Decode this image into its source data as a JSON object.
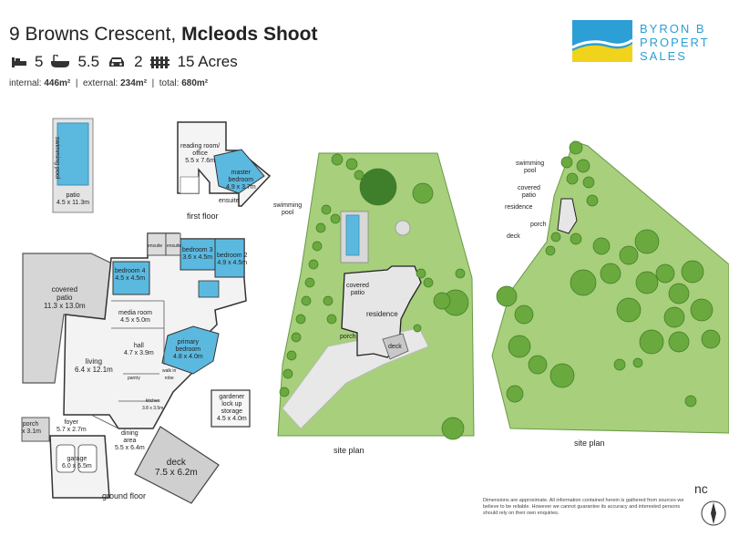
{
  "header": {
    "address": "9 Browns Crescent,",
    "suburb": "Mcleods Shoot",
    "bedrooms": "5",
    "bathrooms": "5.5",
    "parking": "2",
    "land": "15 Acres",
    "area_internal_label": "internal:",
    "area_internal": "446m²",
    "area_external_label": "external:",
    "area_external": "234m²",
    "area_total_label": "total:",
    "area_total": "680m²"
  },
  "logo": {
    "line1": "BYRON B",
    "line2": "PROPERT",
    "line3": "SALES",
    "colors": {
      "blue": "#2b9fd6",
      "yellow": "#f2d31b"
    }
  },
  "floor_plan": {
    "first_floor": {
      "caption": "first floor",
      "rooms": {
        "reading_room": "reading room/\noffice\n5.5 x 7.6m",
        "master_bedroom": "master\nbedroom\n4.9 x 3.7m",
        "ensuite": "ensuite"
      }
    },
    "pool": {
      "label": "swimming pool",
      "patio": "patio\n4.5 x 11.3m"
    },
    "ground_floor": {
      "caption": "ground floor",
      "rooms": {
        "covered_patio": "covered\npatio\n11.3 x 13.0m",
        "bedroom4": "bedroom 4\n4.5 x 4.5m",
        "bedroom3": "bedroom 3\n3.6 x 4.5m",
        "bedroom2": "bedroom 2\n4.9 x 4.5m",
        "ensuite_a": "ensuite",
        "ensuite_b": "ensuite",
        "media_room": "media room\n4.5 x 5.0m",
        "hall": "hall\n4.7 x 3.9m",
        "primary_bedroom": "primary\nbedroom\n4.8 x 4.0m",
        "walk_in_robe": "walk in\nrobe",
        "living": "living\n6.4 x 12.1m",
        "pantry": "pantry",
        "kitchen": "kitchen\n3.8 x 3.5m",
        "gardener": "gardener\nlock up\nstorage\n4.5 x 4.0m",
        "porch": "porch\n x 3.1m",
        "foyer": "foyer\n5.7 x 2.7m",
        "garage": "garage\n6.0 x 6.5m",
        "dining": "dining\narea\n5.5 x 6.4m",
        "deck": "deck\n7.5 x 6.2m"
      }
    }
  },
  "site_plan_1": {
    "caption": "site plan",
    "labels": {
      "swimming_pool": "swimming\npool",
      "covered_patio": "covered\npatio",
      "residence": "residence",
      "porch": "porch",
      "deck": "deck"
    }
  },
  "site_plan_2": {
    "caption": "site plan",
    "labels": {
      "swimming_pool": "swimming\npool",
      "covered_patio": "covered\npatio",
      "residence": "residence",
      "porch": "porch",
      "deck": "deck"
    }
  },
  "disclaimer": "Dimensions are approximate. All information contained herein is gathered from sources we believe to be reliable. However we cannot guarantee its accuracy and interested persons should rely on their own enquiries.",
  "north": "nc"
}
